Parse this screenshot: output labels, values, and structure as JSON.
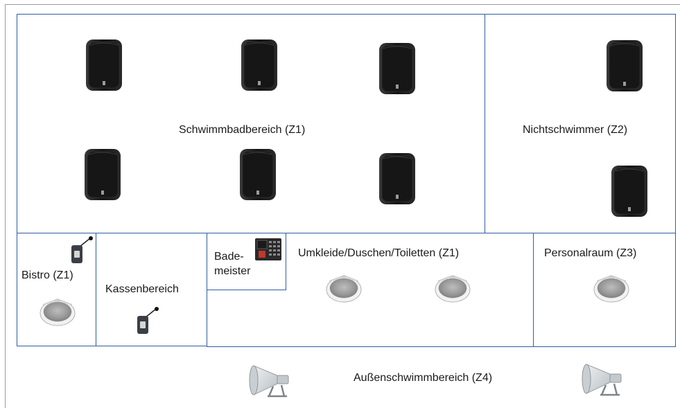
{
  "zones": {
    "schwimmbad": "Schwimmbadbereich (Z1)",
    "nichtschwimmer": "Nichtschwimmer (Z2)",
    "bistro": "Bistro (Z1)",
    "kassen": "Kassenbereich",
    "bademeister_line1": "Bade-",
    "bademeister_line2": "meister",
    "umkleide": "Umkleide/Duschen/Toiletten (Z1)",
    "personal": "Personalraum (Z3)",
    "aussen": "Außenschwimmbereich (Z4)"
  },
  "colors": {
    "zone_border": "#2e5d9f",
    "speaker_body": "#1c1c1c",
    "ceiling_speaker": "#e6e6e6",
    "horn": "#d9dde0"
  },
  "devices": {
    "box_speaker": "box-speaker-icon",
    "ceiling_speaker": "ceiling-speaker-icon",
    "microphone": "desk-microphone-icon",
    "call_station": "call-station-icon",
    "horn_speaker": "horn-speaker-icon"
  }
}
